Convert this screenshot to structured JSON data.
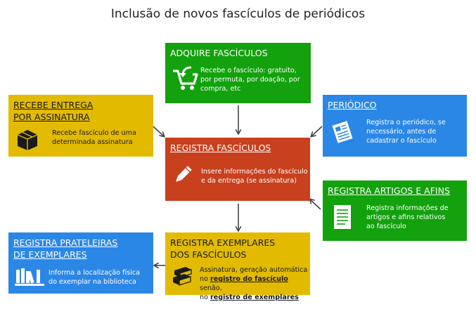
{
  "title": "Inclusão de novos fascículos de periódicos",
  "boxes": {
    "adquire": {
      "title": "ADQUIRE FASCÍCULOS",
      "desc_lines": [
        "Recebe o fascículo: gratuito,",
        "por permuta, por doação, por",
        "compra, etc"
      ],
      "color": "#13a10e",
      "icon": "cart-return-icon"
    },
    "recebe": {
      "title_lines": [
        "RECEBE ENTREGA",
        "POR ASSINATURA"
      ],
      "desc_lines": [
        "Recebe fascículo de uma",
        "determinada assinatura"
      ],
      "color": "#e2bb00",
      "icon": "package-icon"
    },
    "periodico": {
      "title": "PERIÓDICO",
      "desc_lines": [
        "Registra o periódico, se",
        "necessário, antes de",
        "cadastrar o fascículo"
      ],
      "color": "#2b87e6",
      "icon": "newspaper-icon"
    },
    "registra": {
      "title": "REGISTRA FASCÍCULOS",
      "desc_lines": [
        "Insere informações do fascículo",
        "e da entrega (se assinatura)"
      ],
      "color": "#c8401e",
      "icon": "pencil-icon"
    },
    "artigos": {
      "title": "REGISTRA ARTIGOS E AFINS",
      "desc_lines": [
        "Registra informações de",
        "artigos e afins relativos",
        "ao fascículo"
      ],
      "color": "#13a10e",
      "icon": "document-icon"
    },
    "prateleiras": {
      "title_lines": [
        "REGISTRA PRATELEIRAS",
        "DE EXEMPLARES"
      ],
      "desc_lines": [
        "Informa a localização física",
        "do exemplar na biblioteca"
      ],
      "color": "#2b87e6",
      "icon": "books-shelf-icon"
    },
    "exemplares": {
      "title_lines": [
        "REGISTRA EXEMPLARES",
        "DOS FASCÍCULOS"
      ],
      "desc_line1": "Assinatura, geração automática",
      "desc_line2_pre": "no ",
      "desc_line2_link": "registro do fascículo",
      "desc_line2_post": " senão,",
      "desc_line3_pre": "no ",
      "desc_line3_link": "registro de exemplares",
      "color": "#e2bb00",
      "icon": "books-stack-icon"
    }
  }
}
